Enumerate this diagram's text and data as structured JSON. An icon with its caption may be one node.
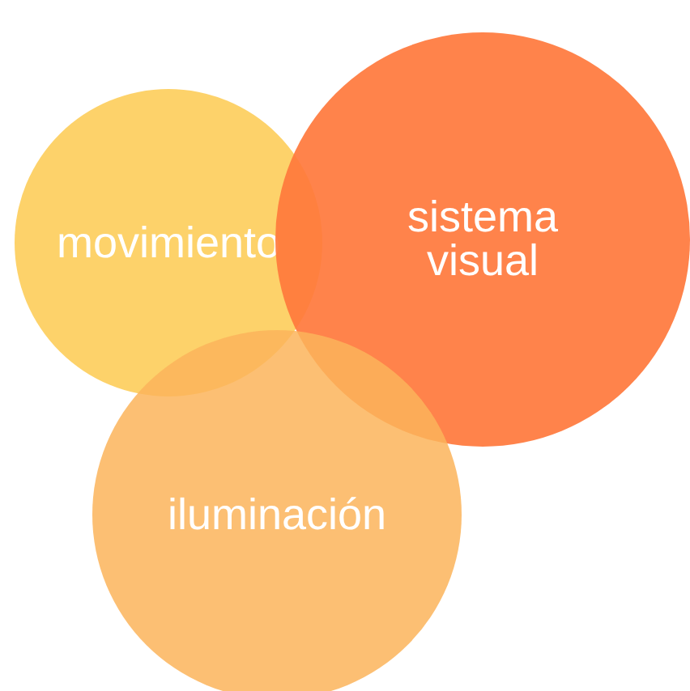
{
  "diagram": {
    "nodes": [
      {
        "text": [
          "movimiento"
        ]
      },
      {
        "text": [
          "sistema visual"
        ]
      },
      {
        "text": [
          "iluminación"
        ]
      }
    ]
  }
}
